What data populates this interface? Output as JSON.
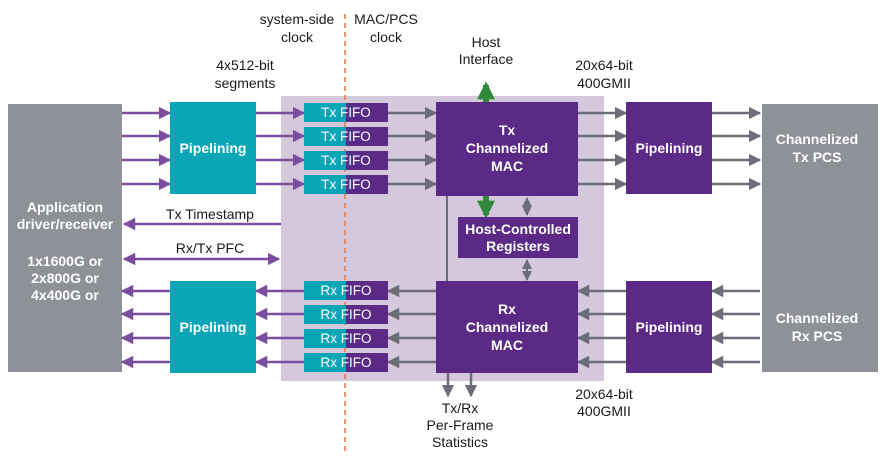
{
  "colors": {
    "gray_block": "#8f9199",
    "teal": "#0aa6b5",
    "purple": "#5b2a86",
    "lavender": "#d5c8dd",
    "arrow_purple": "#7a4d9e",
    "arrow_gray": "#6b6e78",
    "arrow_green": "#2f8a3a",
    "divider_orange": "#e8743b"
  },
  "clock_labels": {
    "system_side": [
      "system-side",
      "clock"
    ],
    "mac_pcs": [
      "MAC/PCS",
      "clock"
    ]
  },
  "top_labels": {
    "segments": [
      "4x512-bit",
      "segments"
    ],
    "host_interface": [
      "Host",
      "Interface"
    ],
    "gmii_top": [
      "20x64-bit",
      "400GMII"
    ]
  },
  "bottom_labels": {
    "statistics": [
      "Tx/Rx",
      "Per-Frame",
      "Statistics"
    ],
    "gmii_bottom": [
      "20x64-bit",
      "400GMII"
    ]
  },
  "app_block": {
    "line1": "Application",
    "line2": "driver/receiver",
    "line3": "1x1600G or",
    "line4": "2x800G or",
    "line5": "4x400G or"
  },
  "pipelining_label": "Pipelining",
  "tx_fifo_label": "Tx FIFO",
  "rx_fifo_label": "Rx FIFO",
  "tx_mac": [
    "Tx",
    "Channelized",
    "MAC"
  ],
  "rx_mac": [
    "Rx",
    "Channelized",
    "MAC"
  ],
  "registers": [
    "Host-Controlled",
    "Registers"
  ],
  "tx_pcs": [
    "Channelized",
    "Tx PCS"
  ],
  "rx_pcs": [
    "Channelized",
    "Rx PCS"
  ],
  "signals": {
    "tx_timestamp": "Tx Timestamp",
    "rx_tx_pfc": "Rx/Tx PFC"
  }
}
